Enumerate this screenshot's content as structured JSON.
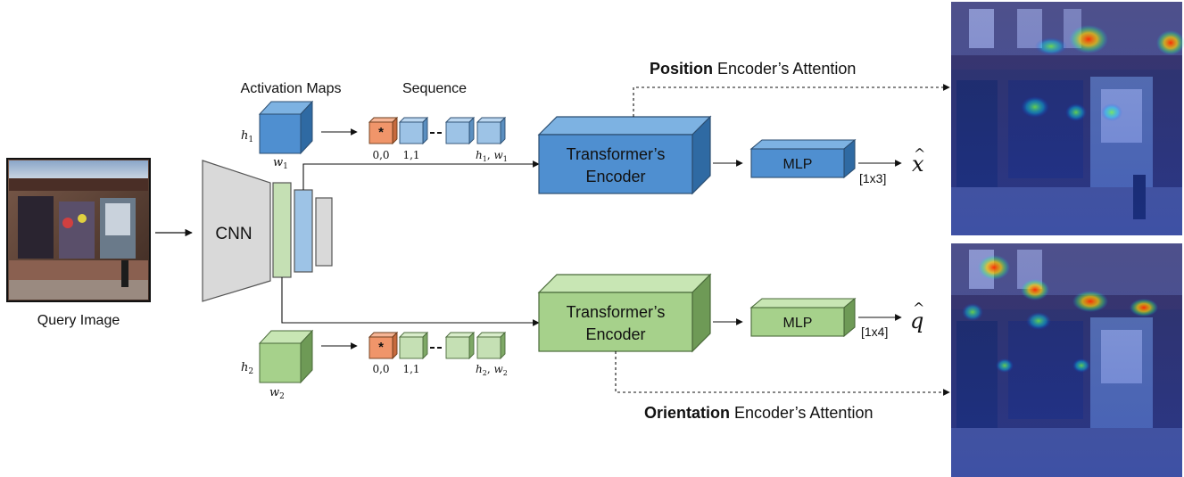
{
  "query_image": {
    "caption": "Query Image"
  },
  "cnn": {
    "label": "CNN"
  },
  "activation_maps_title": "Activation Maps",
  "sequence_title": "Sequence",
  "position_branch": {
    "dim_h": "h",
    "dim_h_sub": "1",
    "dim_w": "w",
    "dim_w_sub": "1",
    "token_start": "0,0",
    "token_second": "1,1",
    "token_last_a": "h",
    "token_last_a_sub": "1",
    "token_last_sep": ", ",
    "token_last_b": "w",
    "token_last_b_sub": "1",
    "encoder_line1": "Transformer’s",
    "encoder_line2": "Encoder",
    "mlp": "MLP",
    "output_size": "[1x3]",
    "output_symbol": "x",
    "output_hat": "^",
    "attention_bold": "Position",
    "attention_rest": " Encoder’s Attention"
  },
  "orientation_branch": {
    "dim_h": "h",
    "dim_h_sub": "2",
    "dim_w": "w",
    "dim_w_sub": "2",
    "token_start": "0,0",
    "token_second": "1,1",
    "token_last_a": "h",
    "token_last_a_sub": "2",
    "token_last_sep": ", ",
    "token_last_b": "w",
    "token_last_b_sub": "2",
    "encoder_line1": "Transformer’s",
    "encoder_line2": "Encoder",
    "mlp": "MLP",
    "output_size": "[1x4]",
    "output_symbol": "q",
    "output_hat": "^",
    "attention_bold": "Orientation",
    "attention_rest": " Encoder’s Attention"
  },
  "special_token": "*",
  "colors": {
    "position_front": "#4f8fd0",
    "position_top": "#7db2e2",
    "position_side": "#2f6aa3",
    "orientation_front": "#a6d18b",
    "orientation_top": "#c8e6b4",
    "orientation_side": "#6e9a56",
    "token_orange": "#f0956a",
    "cnn_gray": "#d9d9d9"
  }
}
